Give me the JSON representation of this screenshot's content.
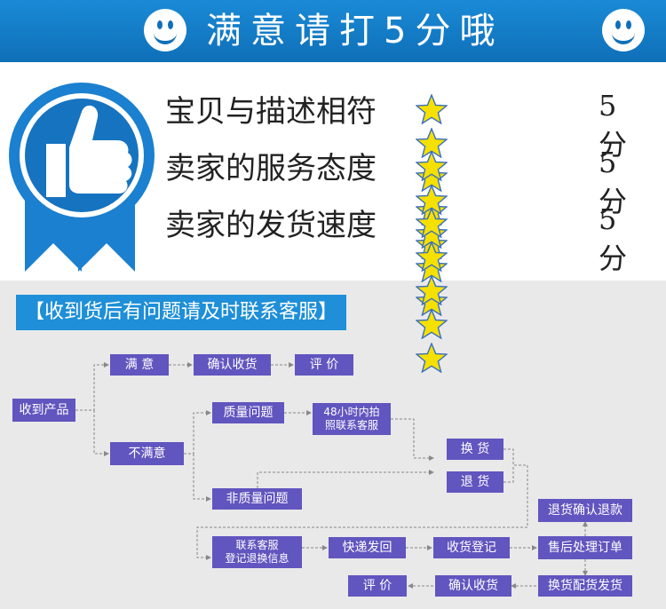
{
  "banner": {
    "title": "满意请打5分哦"
  },
  "ratings": [
    {
      "label": "宝贝与描述相符",
      "stars": 5,
      "score": "5分"
    },
    {
      "label": "卖家的服务态度",
      "stars": 5,
      "score": "5分"
    },
    {
      "label": "卖家的发货速度",
      "stars": 5,
      "score": "5分"
    }
  ],
  "flow": {
    "notice": "【收到货后有问题请及时联系客服】",
    "nodes": {
      "received": "收到产品",
      "satisfied": "满 意",
      "confirm1": "确认收货",
      "review1": "评 价",
      "unsatisfied": "不满意",
      "quality": "质量问题",
      "contact48_line1": "48小时内拍",
      "contact48_line2": "照联系客服",
      "exchange": "换 货",
      "return": "退 货",
      "nonquality": "非质量问题",
      "contact_line1": "联系客服",
      "contact_line2": "登记退换信息",
      "ship_back": "快递发回",
      "receipt_log": "收货登记",
      "after_sales": "售后处理订单",
      "refund_confirm": "退货确认退款",
      "exchange_ship": "换货配货发货",
      "confirm2": "确认收货",
      "review2": "评 价"
    }
  },
  "colors": {
    "banner": "#0f6fb8",
    "node": "#6155bf",
    "notice": "#1e8fd8",
    "star": "#f5e000"
  }
}
